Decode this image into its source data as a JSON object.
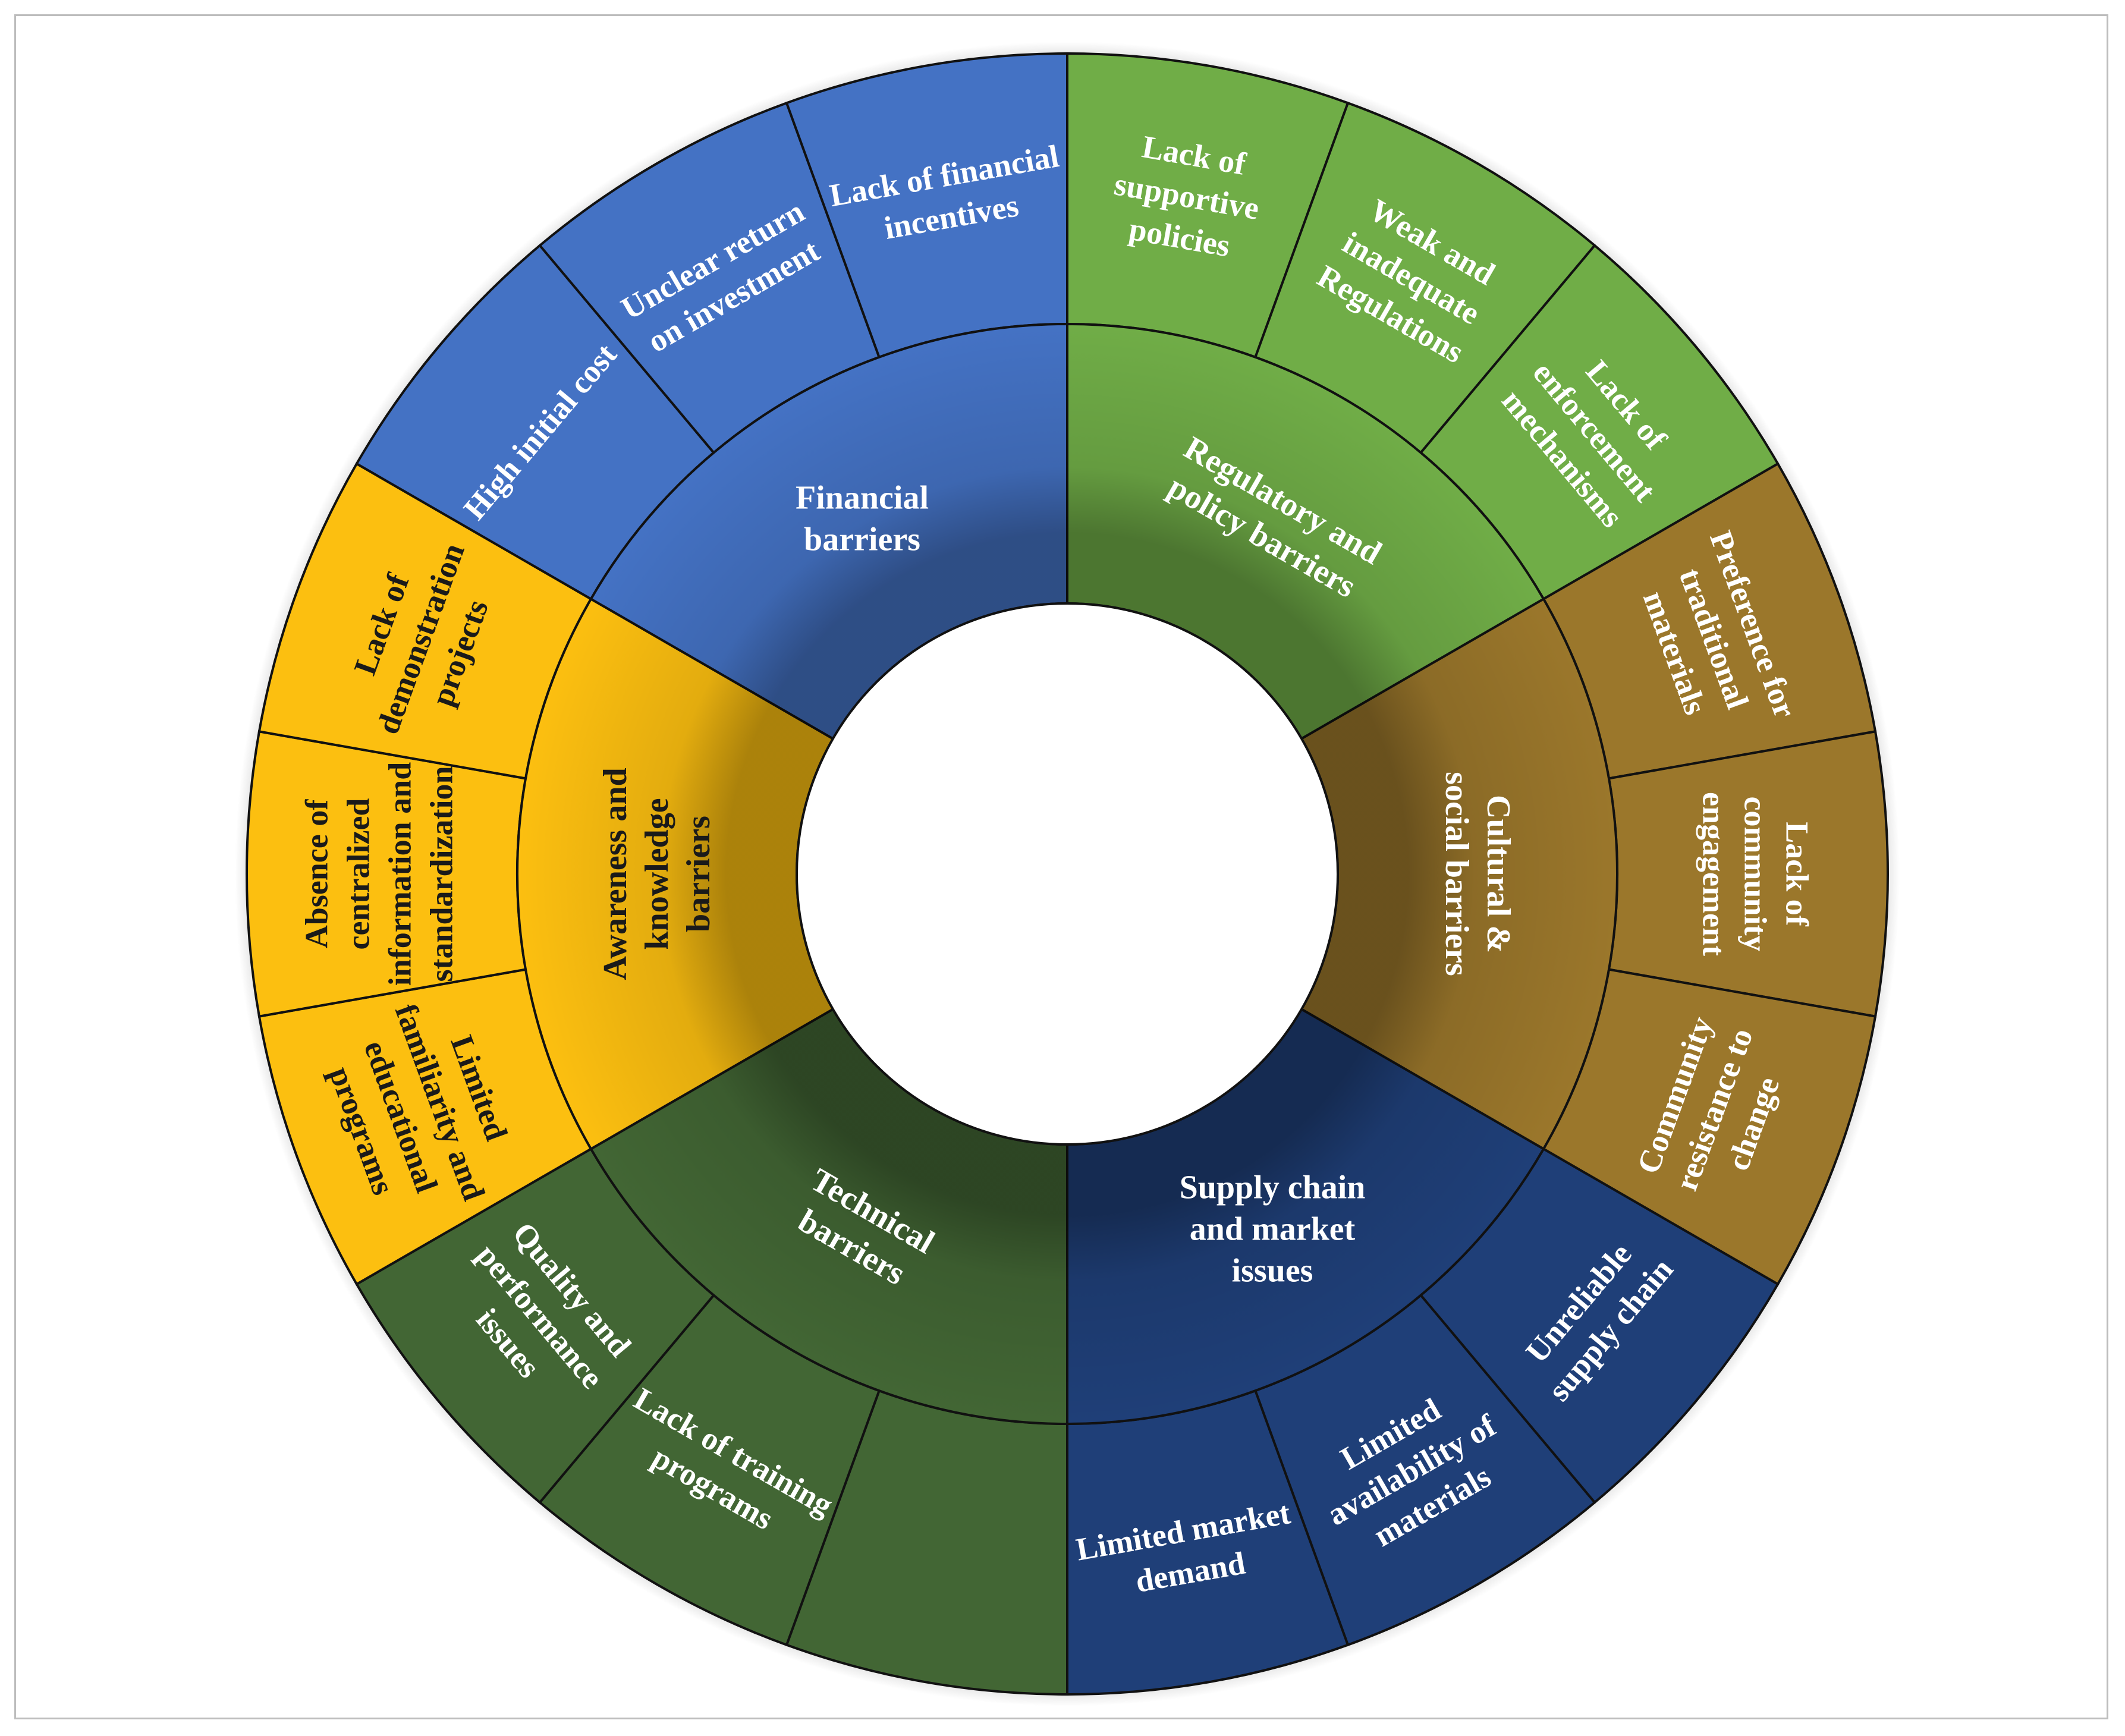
{
  "colors": {
    "regulatory": "#70ad47",
    "cultural": "#9b772b",
    "supply": "#1f3f78",
    "technical": "#426634",
    "awareness": "#fcbf10",
    "financial": "#4472c4"
  },
  "categories": [
    {
      "key": "regulatory",
      "label": [
        "Regulatory and",
        "policy barriers"
      ],
      "text_color": "#ffffff",
      "subs": [
        {
          "label": [
            "Lack of",
            "supportive",
            "policies"
          ]
        },
        {
          "label": [
            "Weak and",
            "inadequate",
            "Regulations"
          ]
        },
        {
          "label": [
            "Lack of",
            "enforcement",
            "mechanisms"
          ]
        }
      ]
    },
    {
      "key": "cultural",
      "label": [
        "Cultural &",
        "social barriers"
      ],
      "text_color": "#ffffff",
      "subs": [
        {
          "label": [
            "Preference for",
            "traditional",
            "materials"
          ]
        },
        {
          "label": [
            "Lack of",
            "community",
            "engagement"
          ]
        },
        {
          "label": [
            "Community",
            "resistance to",
            "change"
          ]
        }
      ]
    },
    {
      "key": "supply",
      "label": [
        "Supply chain",
        "and market",
        "issues"
      ],
      "text_color": "#ffffff",
      "subs": [
        {
          "label": [
            "Unreliable",
            "supply chain"
          ]
        },
        {
          "label": [
            "Limited",
            "availability of",
            "materials"
          ]
        },
        {
          "label": [
            "Limited market",
            "demand"
          ]
        }
      ]
    },
    {
      "key": "technical",
      "label": [
        "Technical",
        "barriers"
      ],
      "text_color": "#ffffff",
      "subs": [
        {
          "label": []
        },
        {
          "label": [
            "Lack of training",
            "programs"
          ]
        },
        {
          "label": [
            "Quality and",
            "performance",
            "issues"
          ]
        }
      ]
    },
    {
      "key": "awareness",
      "label": [
        "Awareness and",
        "knowledge",
        "barriers"
      ],
      "text_color": "#1a1a1a",
      "subs": [
        {
          "label": [
            "Limited",
            "familiarity and",
            "educational",
            "programs"
          ]
        },
        {
          "label": [
            "Absence of",
            "centralized",
            "information and",
            "standardization"
          ]
        },
        {
          "label": [
            "Lack of",
            "demonstration",
            "projects"
          ]
        }
      ]
    },
    {
      "key": "financial",
      "label": [
        "Financial",
        "barriers"
      ],
      "text_color": "#ffffff",
      "subs": [
        {
          "label": [
            "High initial cost"
          ]
        },
        {
          "label": [
            "Unclear return",
            "on investment"
          ]
        },
        {
          "label": [
            "Lack of financial",
            "incentives"
          ]
        }
      ]
    }
  ]
}
